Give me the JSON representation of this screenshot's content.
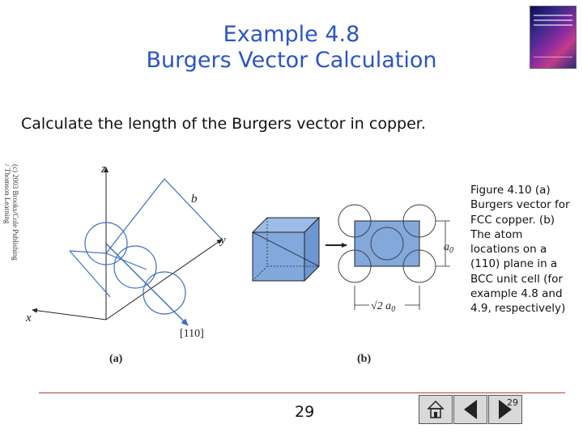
{
  "title": {
    "line1": "Example 4.8",
    "line2": "Burgers Vector Calculation"
  },
  "prompt": "Calculate the length of the Burgers vector in copper.",
  "copyright": "(c) 2003 Brooks/Cole Publishing / Thomson Learning",
  "figure": {
    "label_z": "z",
    "label_b": "b",
    "label_y": "y",
    "label_x": "x",
    "label_dir": "[110]",
    "label_a": "(a)",
    "label_b_panel": "(b)",
    "label_a0": "a",
    "label_a0_sub": "0",
    "label_root2a0": "√2 a",
    "label_root2a0_sub": "0"
  },
  "caption": "Figure 4.10 (a) Burgers vector for FCC copper. (b) The atom locations on a (110) plane in a BCC unit cell (for example 4.8 and 4.9, respectively)",
  "footer": {
    "page": "29",
    "nav_number": "29"
  },
  "colors": {
    "title": "#2a55c8",
    "atom_fill": "#82a8dc",
    "footer_line": "#b04040"
  },
  "icons": {
    "home": "home-icon",
    "prev": "prev-arrow-icon",
    "next": "next-arrow-icon"
  }
}
